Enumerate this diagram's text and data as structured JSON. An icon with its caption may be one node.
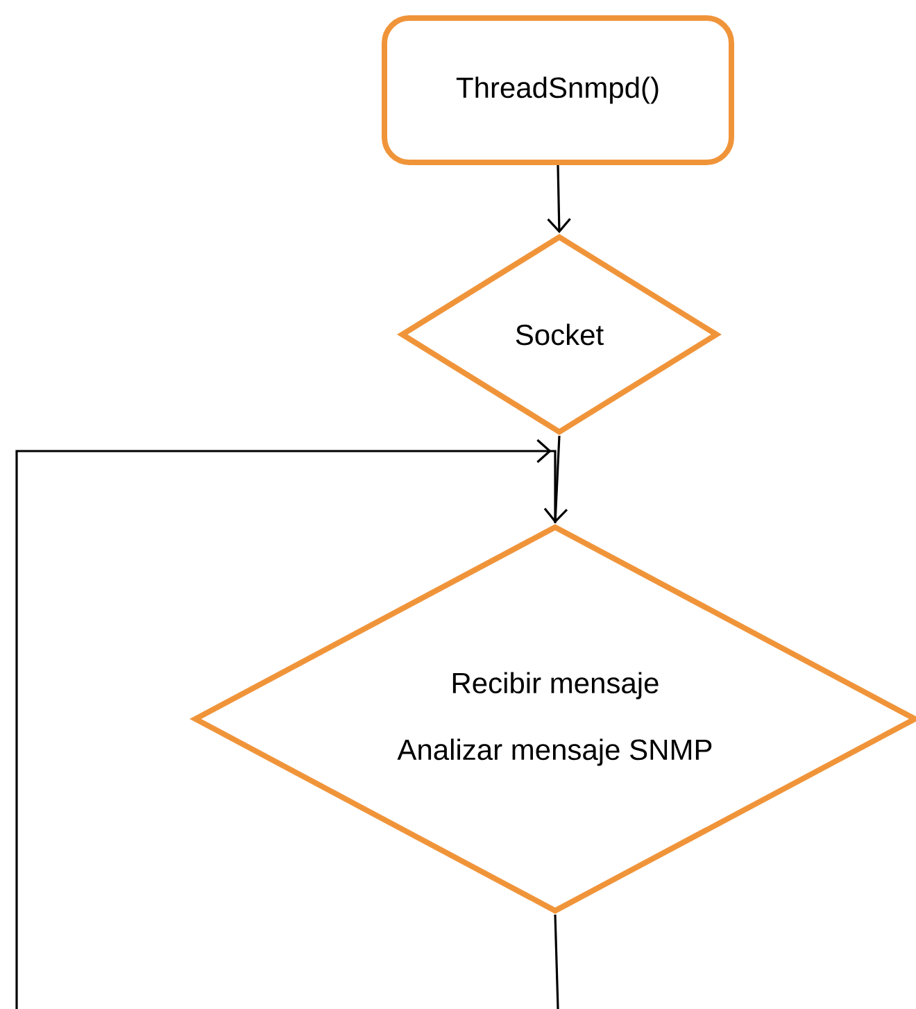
{
  "diagram": {
    "nodes": [
      {
        "text": [
          "ThreadSnmpd()"
        ]
      },
      {
        "text": [
          "Socket"
        ]
      },
      {
        "text": [
          "Recibir mensaje",
          "Analizar mensaje SNMP"
        ]
      }
    ],
    "edges": [
      {
        "from": 0,
        "to": 1,
        "arrow": "to"
      },
      {
        "from": 1,
        "to": 2,
        "arrow": "to"
      },
      {
        "from": 2,
        "to": 2,
        "arrow": "to"
      }
    ]
  }
}
